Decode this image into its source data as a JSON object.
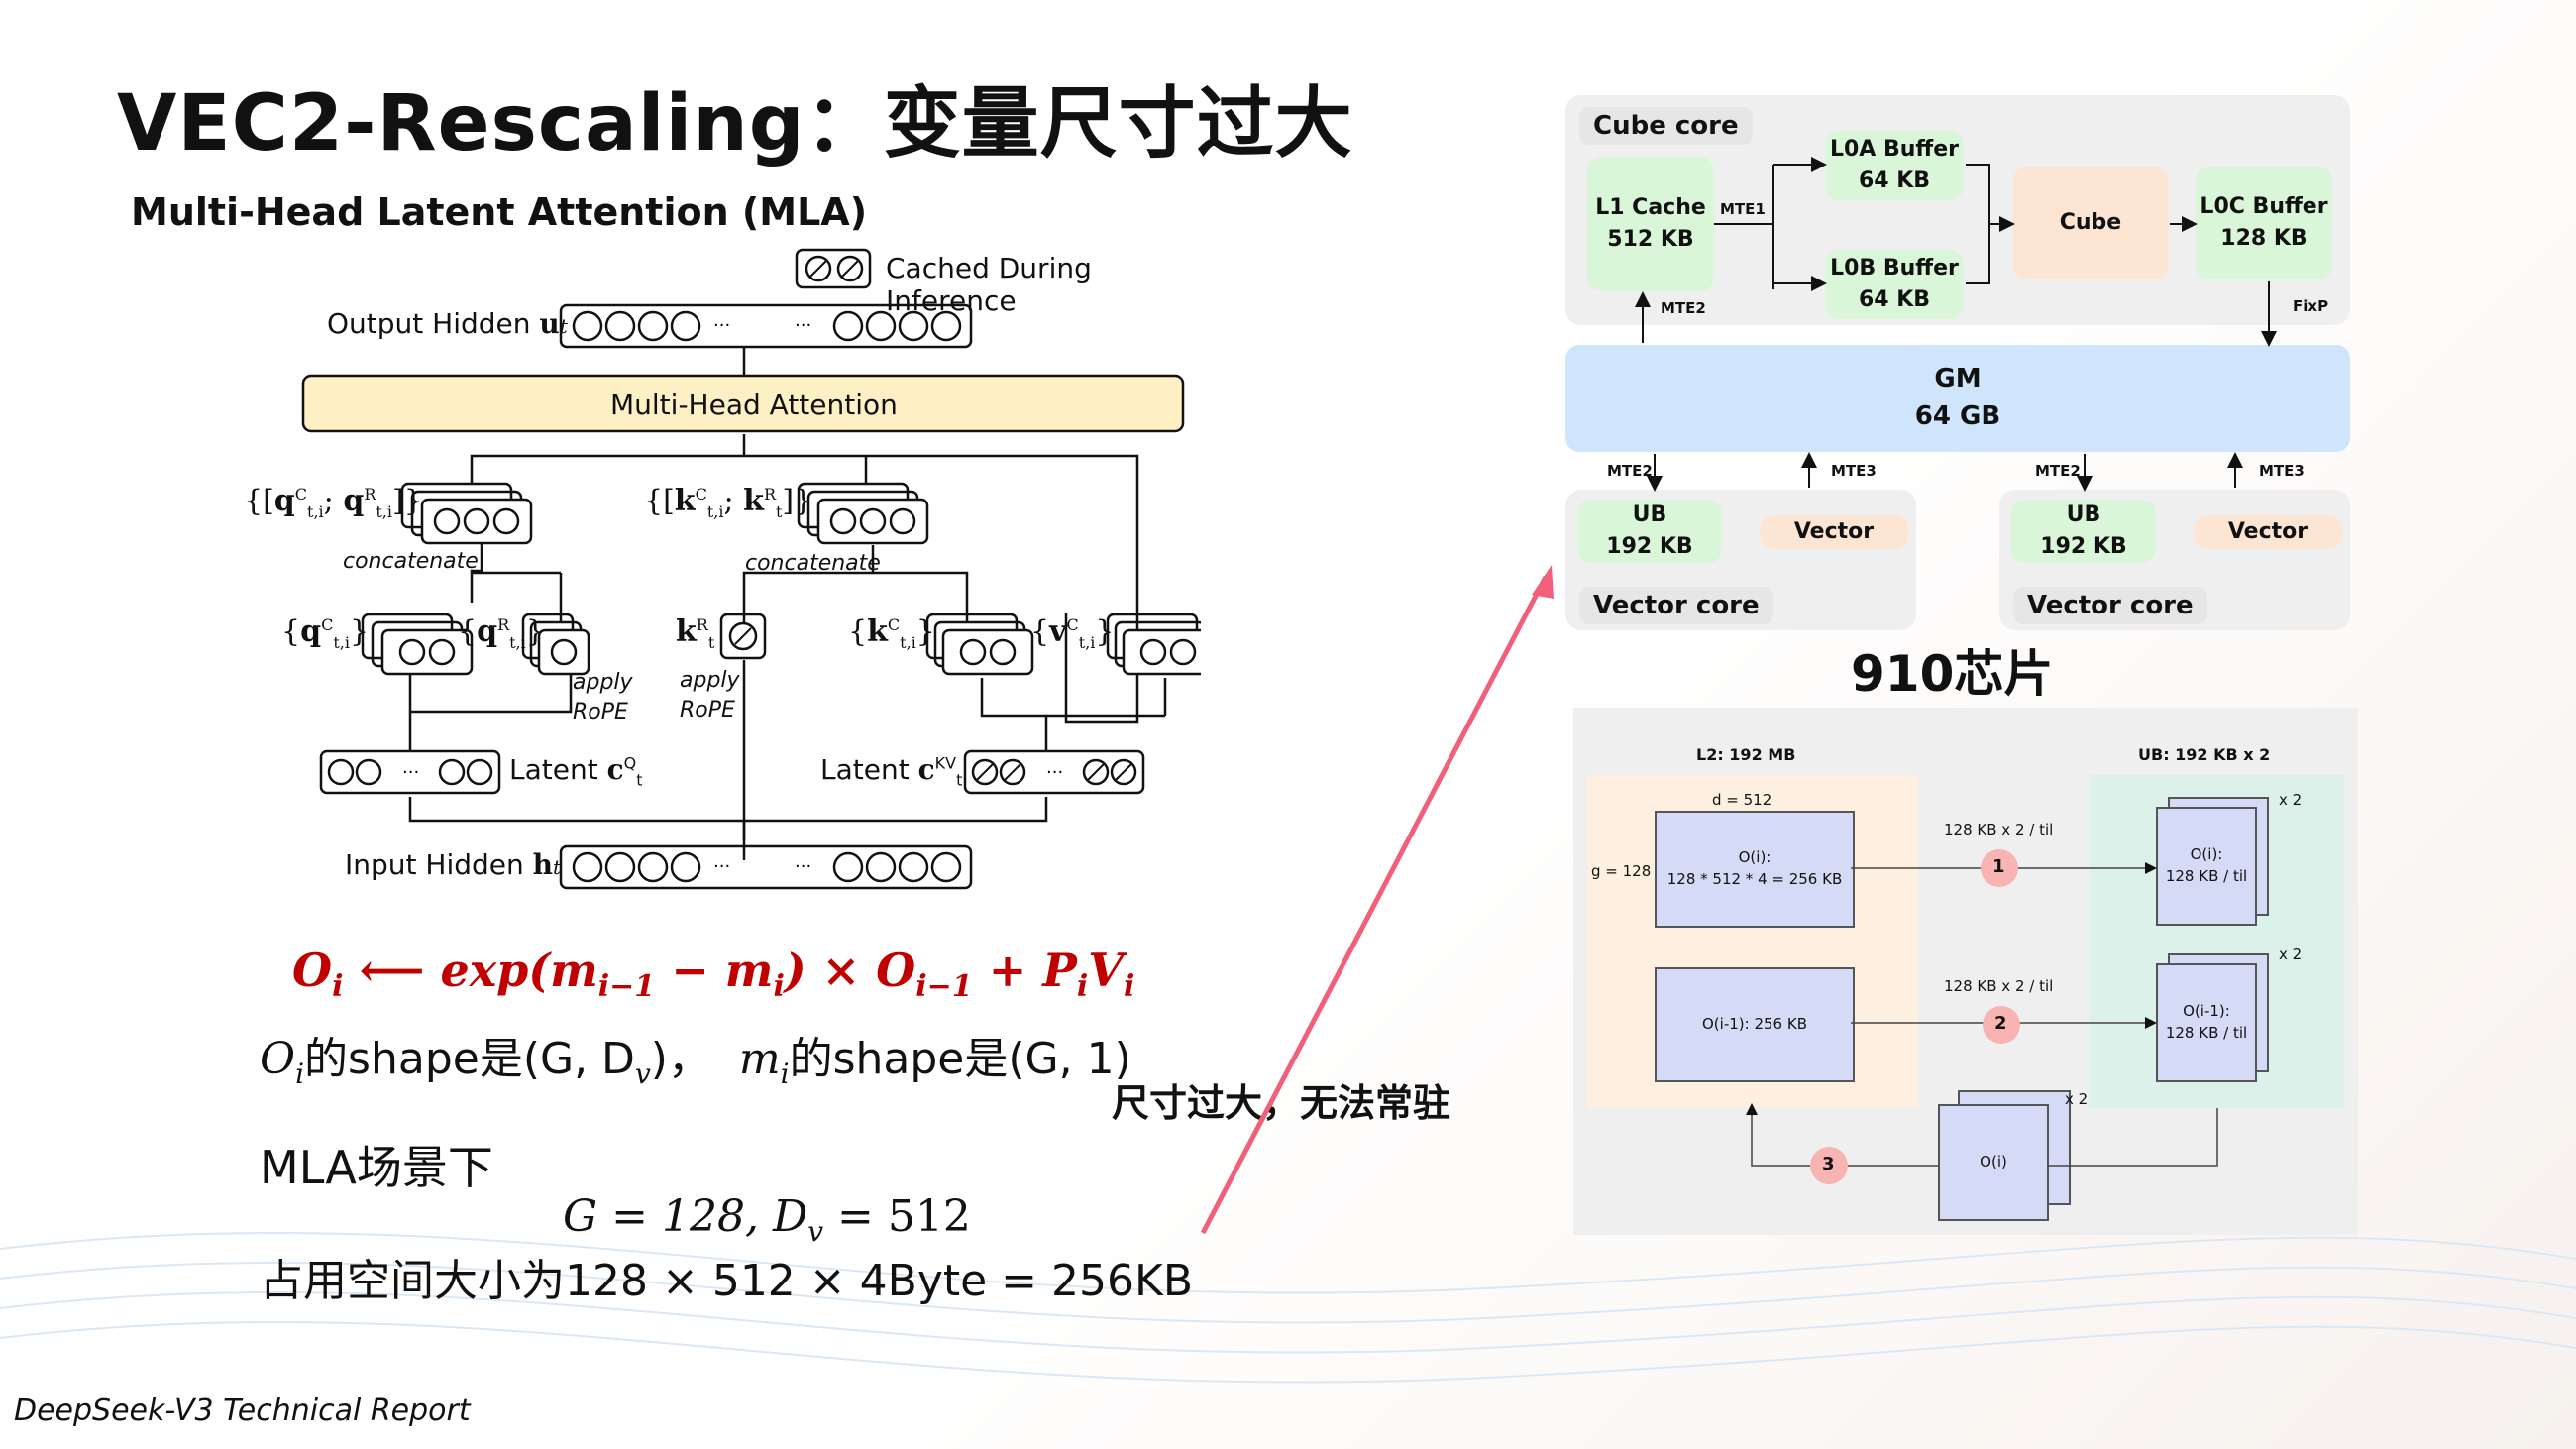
{
  "title": "VEC2-Rescaling：变量尺寸过大",
  "mla": {
    "heading": "Multi-Head Latent Attention (MLA)",
    "cached_label": "Cached During Inference",
    "output_hidden": "Output Hidden",
    "output_sym": "u",
    "input_hidden": "Input Hidden",
    "input_sym": "h",
    "attention_label": "Multi-Head Attention",
    "concat1": "concatenate",
    "concat2": "concatenate",
    "apply1": "apply",
    "rope1": "RoPE",
    "apply2": "apply",
    "rope2": "RoPE",
    "latent_q": "Latent",
    "latent_kv": "Latent",
    "dots": "··· ···"
  },
  "formula": {
    "update": "O",
    "line_shape": "的shape是(G, D",
    "line_shape_m": "的shape是(G, 1)",
    "scenario": "MLA场景下",
    "values": "G = 128, D",
    "values_tail": " = 512",
    "memory": "占用空间大小为128 × 512 × 4Byte = 256KB"
  },
  "note": "尺寸过大，无法常驻",
  "chip": {
    "title": "910芯片",
    "cube_core": "Cube core",
    "l1": [
      "L1 Cache",
      "512 KB"
    ],
    "l0a": [
      "L0A Buffer",
      "64 KB"
    ],
    "l0b": [
      "L0B Buffer",
      "64 KB"
    ],
    "cube": "Cube",
    "l0c": [
      "L0C Buffer",
      "128 KB"
    ],
    "gm": [
      "GM",
      "64 GB"
    ],
    "mte1": "MTE1",
    "mte2": "MTE2",
    "mte3": "MTE3",
    "fixp": "FixP",
    "ub": [
      "UB",
      "192 KB"
    ],
    "vector": "Vector",
    "vector_core": "Vector core"
  },
  "tiling": {
    "l2": "L2: 192 MB",
    "ub": "UB: 192 KB x 2",
    "d": "d = 512",
    "g": "g = 128",
    "oi_box": [
      "O(i):",
      "128 * 512 * 4 = 256 KB"
    ],
    "oi1_box": "O(i-1): 256 KB",
    "xfer": "128 KB x 2 / til",
    "ub_oi": [
      "O(i):",
      "128 KB / til"
    ],
    "ub_oi1": [
      "O(i-1):",
      "128 KB / til"
    ],
    "x2": "x 2",
    "out": "O(i)",
    "steps": [
      "1",
      "2",
      "3"
    ]
  },
  "reference": "DeepSeek-V3 Technical Report",
  "colors": {
    "formula": "#c00000",
    "arrow": "#f0607a",
    "gm": "#cfe5fb",
    "green": "#d9f6d9",
    "orange": "#fde5d4",
    "step": "#f8b3b3"
  }
}
